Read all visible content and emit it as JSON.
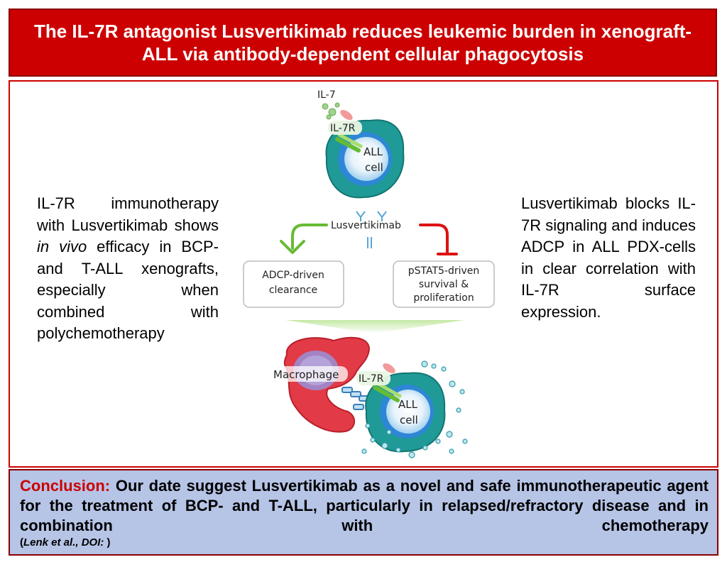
{
  "title": "The IL-7R antagonist Lusvertikimab reduces leukemic burden in xenograft-ALL via antibody-dependent cellular phagocytosis",
  "left_text": {
    "before_italic": "IL-7R immunotherapy with Lusvertikimab shows ",
    "italic": "in vivo",
    "after_italic": " efficacy in BCP- and T-ALL xenografts, especially when combined with polychemotherapy"
  },
  "right_text": "Lusvertikimab blocks IL-7R signaling and induces ADCP in ALL PDX-cells in clear correlation with IL-7R surface expression.",
  "diagram": {
    "il7_label": "IL-7",
    "receptor_label_top": "IL-7R",
    "cell_line1": "ALL",
    "cell_line2": "cell",
    "antibody_label": "Lusvertikimab",
    "adcp_box": [
      "ADCP-driven",
      "clearance"
    ],
    "pstat_box": [
      "pSTAT5-driven",
      "survival &",
      "proliferation"
    ],
    "macrophage_label": "Macrophage",
    "receptor_label_bottom": "IL-7R",
    "cell2_line1": "ALL",
    "cell2_line2": "cell"
  },
  "conclusion": {
    "label": "Conclusion:",
    "text": " Our date suggest Lusvertikimab as a novel and safe immunotherapeutic agent for the treatment of BCP- and T-ALL, particularly in relapsed/refractory disease and in combination with chemotherapy",
    "citation_open": "(",
    "citation_italic": "Lenk et al., DOI:",
    "citation_close": " )"
  },
  "colors": {
    "title_bg": "#cc0000",
    "conclusion_bg": "#b6c4e6",
    "cell_teal": "#1f9a96",
    "cell_blue": "#2e86d6",
    "macrophage_red": "#e23a46",
    "activate_green": "#66bb33",
    "inhibit_red": "#dd1111"
  }
}
